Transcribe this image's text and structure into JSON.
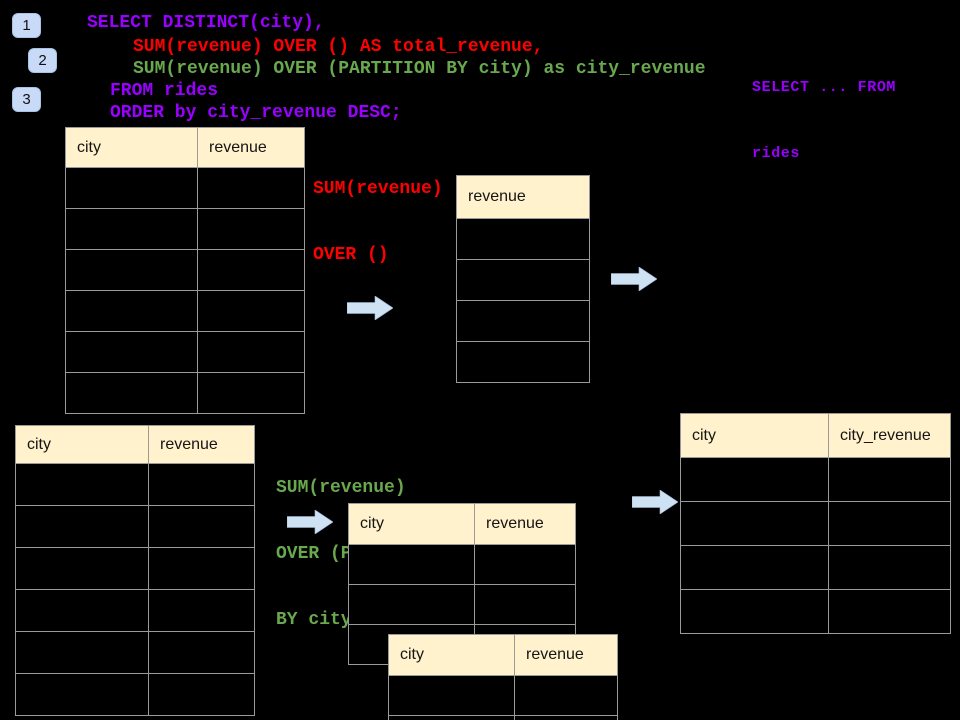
{
  "colors": {
    "background": "#000000",
    "purple": "#9900FF",
    "red": "#FF0000",
    "green": "#6AA84F",
    "table_header_bg": "#FFF2CC",
    "table_border": "#9A9A9A",
    "badge_bg": "#C9DAF8",
    "arrow_fill": "#CFE2F3"
  },
  "badges": [
    {
      "label": "1"
    },
    {
      "label": "2"
    },
    {
      "label": "3"
    }
  ],
  "sql": {
    "lines": [
      {
        "text": "SELECT DISTINCT(city),",
        "color": "purple"
      },
      {
        "text": "SUM(revenue) OVER () AS total_revenue,",
        "color": "red"
      },
      {
        "text": "SUM(revenue) OVER (PARTITION BY city) as city_revenue",
        "color": "green"
      },
      {
        "text": "FROM rides",
        "color": "purple"
      },
      {
        "text": "ORDER by city_revenue DESC;",
        "color": "purple"
      }
    ]
  },
  "side_note": {
    "lines": [
      "SELECT ... FROM",
      "rides"
    ]
  },
  "annotations": {
    "total_revenue": {
      "lines": [
        "SUM(revenue)",
        "OVER ()"
      ]
    },
    "city_revenue": {
      "lines": [
        "SUM(revenue)",
        "OVER (PARTITION",
        "BY city)"
      ]
    }
  },
  "tables": {
    "source_top": {
      "headers": [
        "city",
        "revenue"
      ],
      "empty_rows": 6
    },
    "total_revenue": {
      "headers": [
        "revenue"
      ],
      "empty_rows": 4
    },
    "source_bottom": {
      "headers": [
        "city",
        "revenue"
      ],
      "empty_rows": 6
    },
    "partition_input": {
      "headers": [
        "city",
        "revenue"
      ],
      "empty_rows": 3
    },
    "partition_overlay": {
      "headers": [
        "city",
        "revenue"
      ],
      "empty_rows": 2
    },
    "city_revenue_result": {
      "headers": [
        "city",
        "city_revenue"
      ],
      "empty_rows": 4
    }
  }
}
